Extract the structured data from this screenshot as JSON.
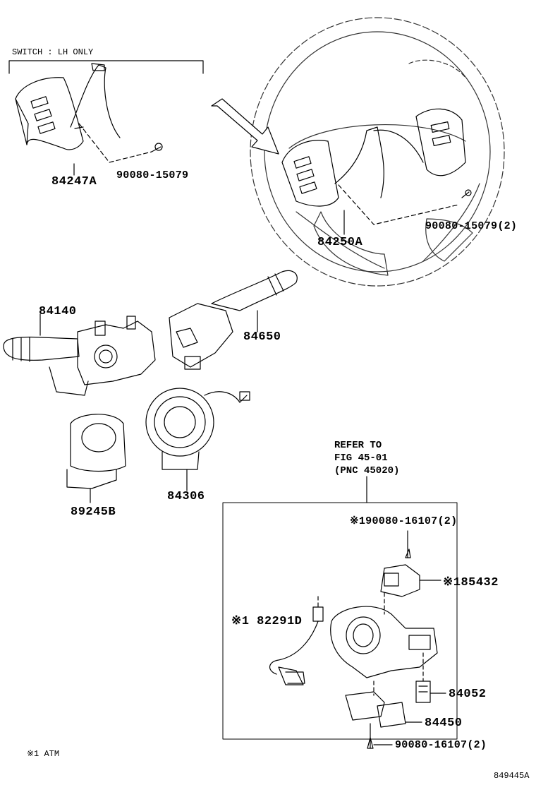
{
  "note_switch": "SWITCH : LH ONLY",
  "parts": {
    "p84247A": "84247A",
    "p90080_15079": "90080-15079",
    "p84250A": "84250A",
    "p90080_15079_2": "90080-15079(2)",
    "p84140": "84140",
    "p84650": "84650",
    "p89245B": "89245B",
    "p84306": "84306",
    "p90080_16107_top": "※190080-16107(2)",
    "p85432": "※185432",
    "p82291D": "※1 82291D",
    "p84052": "84052",
    "p84450": "84450",
    "p90080_16107_bot": "90080-16107(2)"
  },
  "refer": {
    "line1": "REFER TO",
    "line2": "FIG 45-01",
    "line3": "(PNC 45020)"
  },
  "footnote": "※1 ATM",
  "figure_id": "849445A"
}
